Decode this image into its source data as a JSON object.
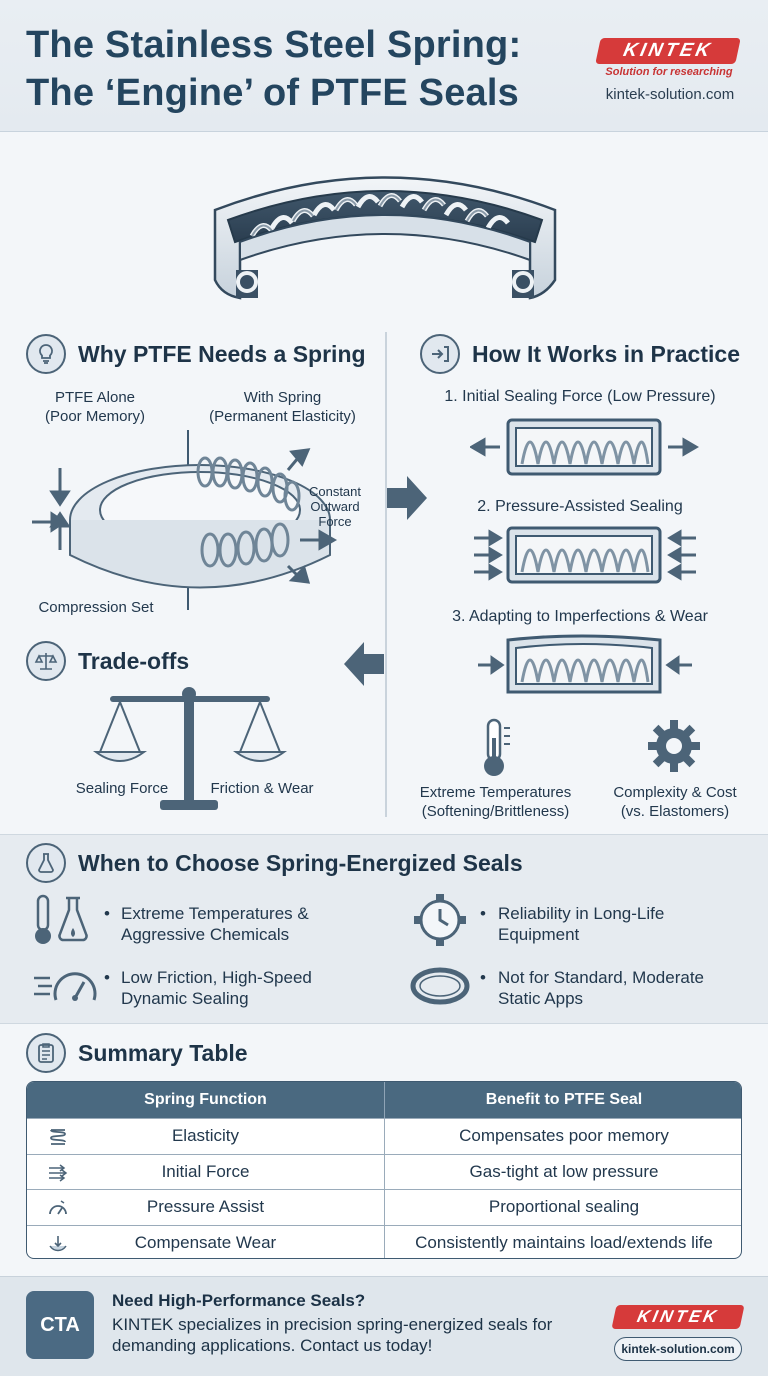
{
  "header": {
    "title_line1": "The Stainless Steel Spring:",
    "title_line2": "The ‘Engine’ of PTFE Seals",
    "logo": "KINTEK",
    "tagline": "Solution for researching",
    "website": "kintek-solution.com"
  },
  "why": {
    "title": "Why PTFE Needs a Spring",
    "left_label_1": "PTFE Alone",
    "left_label_2": "(Poor Memory)",
    "right_label_1": "With Spring",
    "right_label_2": "(Permanent Elasticity)",
    "force_label_1": "Constant",
    "force_label_2": "Outward",
    "force_label_3": "Force",
    "compression_label": "Compression Set"
  },
  "how": {
    "title": "How It Works in Practice",
    "steps": [
      "1. Initial Sealing Force (Low Pressure)",
      "2. Pressure-Assisted Sealing",
      "3. Adapting to Imperfections & Wear"
    ]
  },
  "tradeoffs": {
    "title": "Trade-offs",
    "left_label": "Sealing Force",
    "right_label": "Friction & Wear",
    "items": [
      {
        "line1": "Extreme Temperatures",
        "line2": "(Softening/Brittleness)",
        "icon": "thermometer-icon"
      },
      {
        "line1": "Complexity & Cost",
        "line2": "(vs. Elastomers)",
        "icon": "gear-icon"
      }
    ]
  },
  "when": {
    "title": "When to Choose Spring-Energized Seals",
    "items": [
      {
        "line1": "Extreme Temperatures &",
        "line2": "Aggressive Chemicals",
        "icon": "thermometer-flask-icon"
      },
      {
        "line1": "Reliability in Long-Life",
        "line2": "Equipment",
        "icon": "clock-gear-icon"
      },
      {
        "line1": "Low Friction, High-Speed",
        "line2": "Dynamic Sealing",
        "icon": "speedometer-icon"
      },
      {
        "line1": "Not for Standard, Moderate",
        "line2": "Static Apps",
        "icon": "o-ring-icon"
      }
    ]
  },
  "summary": {
    "title": "Summary Table",
    "headers": [
      "Spring Function",
      "Benefit to PTFE Seal"
    ],
    "rows": [
      {
        "function": "Elasticity",
        "benefit": "Compensates poor memory",
        "icon": "spring-icon"
      },
      {
        "function": "Initial Force",
        "benefit": "Gas-tight at low pressure",
        "icon": "force-arrows-icon"
      },
      {
        "function": "Pressure Assist",
        "benefit": "Proportional sealing",
        "icon": "gauge-icon"
      },
      {
        "function": "Compensate Wear",
        "benefit": "Consistently maintains load/extends life",
        "icon": "wear-icon"
      }
    ]
  },
  "cta": {
    "badge": "CTA",
    "title": "Need High-Performance Seals?",
    "body": "KINTEK specializes in precision spring-energized seals for demanding applications. Contact us today!",
    "logo": "KINTEK",
    "website": "kintek-solution.com"
  },
  "colors": {
    "brand_red": "#d63a3a",
    "navy": "#24455f",
    "table_header": "#4a6980"
  }
}
